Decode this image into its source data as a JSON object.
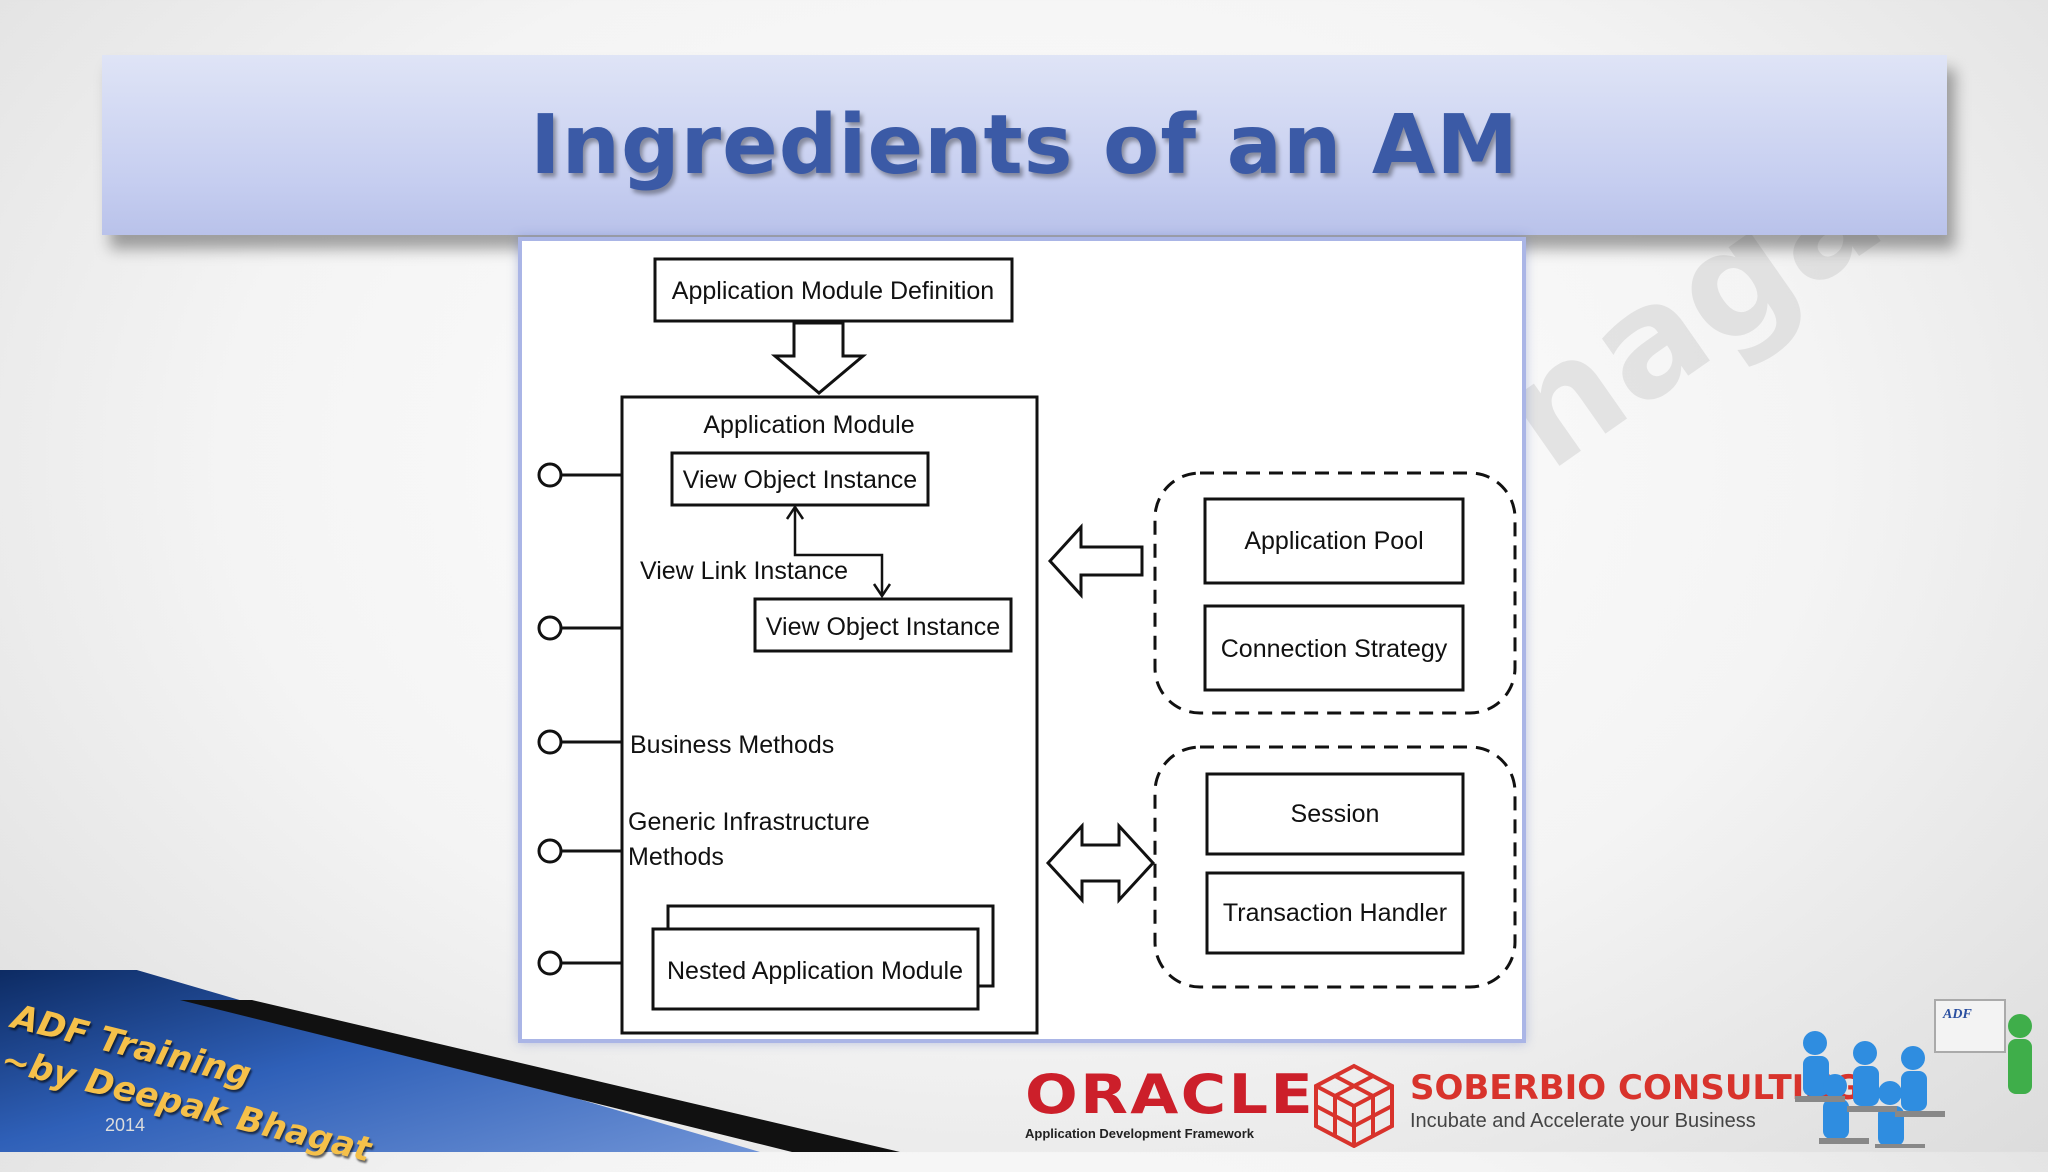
{
  "slide": {
    "title": "Ingredients of an AM",
    "watermark": "nagat"
  },
  "diagram": {
    "definition_box": "Application Module Definition",
    "am_label": "Application Module",
    "vo_instance_1": "View Object Instance",
    "view_link_instance": "View Link Instance",
    "vo_instance_2": "View Object Instance",
    "business_methods": "Business Methods",
    "generic_infra_line1": "Generic Infrastructure",
    "generic_infra_line2": "Methods",
    "nested_am": "Nested Application Module",
    "app_pool": "Application Pool",
    "connection_strategy": "Connection Strategy",
    "session": "Session",
    "transaction_handler": "Transaction Handler"
  },
  "branding": {
    "training_line1": "ADF Training",
    "training_line2": "~by Deepak Bhagat",
    "year": "2014",
    "oracle_word": "ORACLE",
    "oracle_sub": "Application Development Framework",
    "company_name": "SOBERBIO CONSULTING",
    "company_tagline": "Incubate and Accelerate your Business",
    "mini_badge": "ADF"
  },
  "colors": {
    "title": "#3b5aa6",
    "title_bar": "#c6cef0",
    "panel_border": "#aab5e6",
    "oracle_red": "#cc1f2a",
    "soberbio_red": "#d8332c",
    "badge_text": "#f5c04a"
  }
}
